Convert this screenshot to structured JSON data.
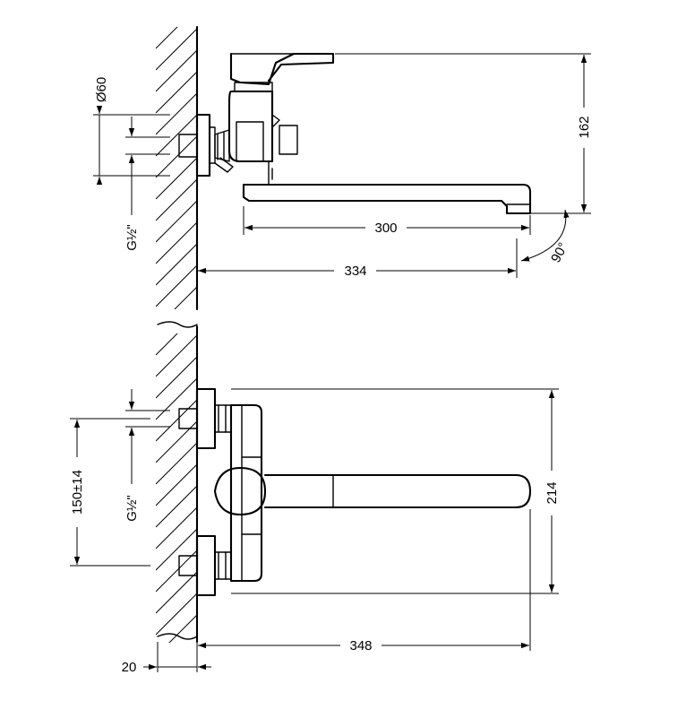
{
  "top_view": {
    "dia_label": "Ø60",
    "thread_label": "G½\"",
    "spout_reach_label": "300",
    "overall_reach_label": "334",
    "height_label": "162",
    "angle_label": "90°"
  },
  "front_view": {
    "centers_label": "150±14",
    "thread_label": "G½\"",
    "height_label": "214",
    "reach_label": "348",
    "wall_label": "20"
  }
}
